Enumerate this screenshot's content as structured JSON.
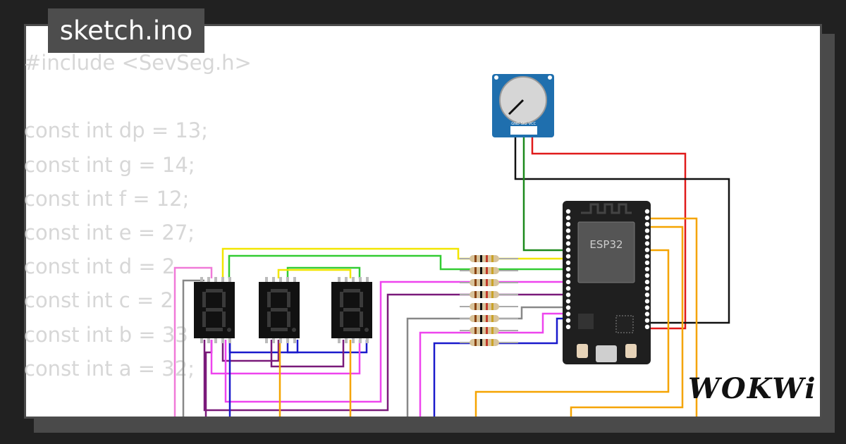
{
  "tab": {
    "filename": "sketch.ino"
  },
  "code_lines": [
    "#include <SevSeg.h>",
    "",
    "const int dp = 13;",
    "const int g = 14;",
    "const int f = 12;",
    "const int e = 27;",
    "const int d = 2",
    "const int c = 2",
    "const int b = 33",
    "const int a = 32;"
  ],
  "board": {
    "label": "ESP32"
  },
  "potentiometer": {
    "pin_labels": [
      "GND",
      "SIG",
      "VCC"
    ]
  },
  "displays": {
    "count": 3
  },
  "resistors": {
    "count": 8
  },
  "brand": {
    "logo": "WOKWi"
  },
  "colors": {
    "background": "#212121",
    "card": "#ffffff",
    "tab": "#4d4d4d",
    "code_text": "#d7d7d7",
    "board": "#1f1f1f",
    "pot_module": "#1f6fae",
    "wire_red": "#e01a1a",
    "wire_black": "#111111",
    "wire_green": "#1d8a1d",
    "wire_yellow": "#f2e600",
    "wire_lime": "#33cc33",
    "wire_magenta": "#ee44ee",
    "wire_purple": "#7a1a7a",
    "wire_gray": "#888888",
    "wire_orange": "#f5a400",
    "wire_blue": "#1a1acc",
    "wire_pink": "#f07ad8"
  }
}
